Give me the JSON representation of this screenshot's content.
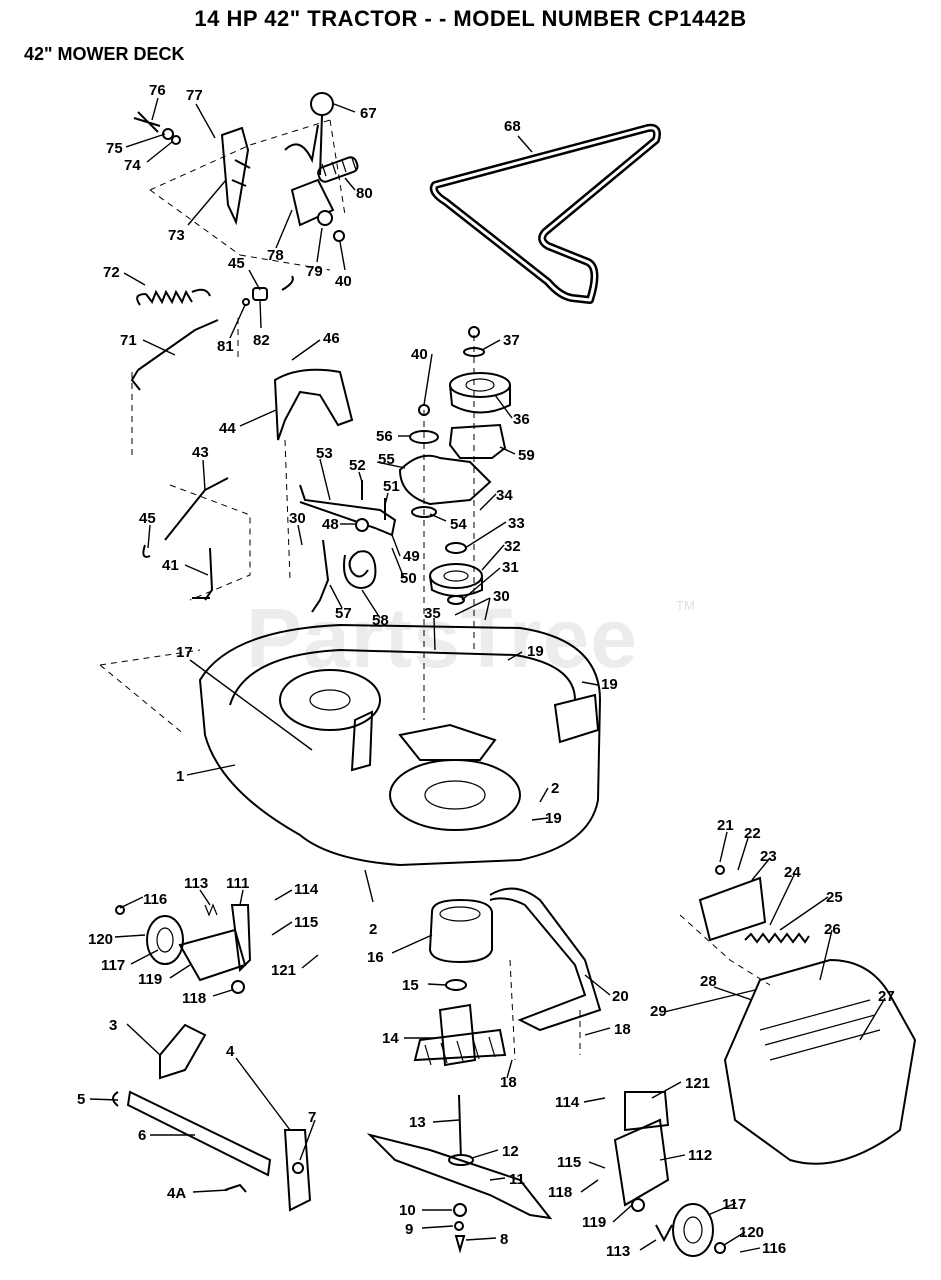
{
  "header": {
    "title": "14 HP 42\" TRACTOR - - MODEL NUMBER CP1442B",
    "section": "42\" MOWER DECK"
  },
  "watermark": {
    "text": "PartsTree",
    "tm": "TM"
  },
  "callouts": [
    {
      "id": "c76",
      "label": "76"
    },
    {
      "id": "c77",
      "label": "77"
    },
    {
      "id": "c75",
      "label": "75"
    },
    {
      "id": "c74",
      "label": "74"
    },
    {
      "id": "c73",
      "label": "73"
    },
    {
      "id": "c67",
      "label": "67"
    },
    {
      "id": "c80",
      "label": "80"
    },
    {
      "id": "c78",
      "label": "78"
    },
    {
      "id": "c79",
      "label": "79"
    },
    {
      "id": "c40a",
      "label": "40"
    },
    {
      "id": "c68",
      "label": "68"
    },
    {
      "id": "c72",
      "label": "72"
    },
    {
      "id": "c45a",
      "label": "45"
    },
    {
      "id": "c81",
      "label": "81"
    },
    {
      "id": "c82",
      "label": "82"
    },
    {
      "id": "c71",
      "label": "71"
    },
    {
      "id": "c46",
      "label": "46"
    },
    {
      "id": "c44",
      "label": "44"
    },
    {
      "id": "c40b",
      "label": "40"
    },
    {
      "id": "c37",
      "label": "37"
    },
    {
      "id": "c36",
      "label": "36"
    },
    {
      "id": "c56",
      "label": "56"
    },
    {
      "id": "c59",
      "label": "59"
    },
    {
      "id": "c55",
      "label": "55"
    },
    {
      "id": "c53",
      "label": "53"
    },
    {
      "id": "c52",
      "label": "52"
    },
    {
      "id": "c51",
      "label": "51"
    },
    {
      "id": "c34",
      "label": "34"
    },
    {
      "id": "c54",
      "label": "54"
    },
    {
      "id": "c33",
      "label": "33"
    },
    {
      "id": "c43",
      "label": "43"
    },
    {
      "id": "c45b",
      "label": "45"
    },
    {
      "id": "c41",
      "label": "41"
    },
    {
      "id": "c30a",
      "label": "30"
    },
    {
      "id": "c48",
      "label": "48"
    },
    {
      "id": "c49",
      "label": "49"
    },
    {
      "id": "c50",
      "label": "50"
    },
    {
      "id": "c32",
      "label": "32"
    },
    {
      "id": "c31",
      "label": "31"
    },
    {
      "id": "c30b",
      "label": "30"
    },
    {
      "id": "c57",
      "label": "57"
    },
    {
      "id": "c58",
      "label": "58"
    },
    {
      "id": "c35",
      "label": "35"
    },
    {
      "id": "c19a",
      "label": "19"
    },
    {
      "id": "c19b",
      "label": "19"
    },
    {
      "id": "c17",
      "label": "17"
    },
    {
      "id": "c1",
      "label": "1"
    },
    {
      "id": "c2a",
      "label": "2"
    },
    {
      "id": "c19c",
      "label": "19"
    },
    {
      "id": "c21",
      "label": "21"
    },
    {
      "id": "c22",
      "label": "22"
    },
    {
      "id": "c23",
      "label": "23"
    },
    {
      "id": "c24",
      "label": "24"
    },
    {
      "id": "c25",
      "label": "25"
    },
    {
      "id": "c26",
      "label": "26"
    },
    {
      "id": "c27",
      "label": "27"
    },
    {
      "id": "c28",
      "label": "28"
    },
    {
      "id": "c29",
      "label": "29"
    },
    {
      "id": "c113a",
      "label": "113"
    },
    {
      "id": "c111",
      "label": "111"
    },
    {
      "id": "c114a",
      "label": "114"
    },
    {
      "id": "c116a",
      "label": "116"
    },
    {
      "id": "c115a",
      "label": "115"
    },
    {
      "id": "c120a",
      "label": "120"
    },
    {
      "id": "c117a",
      "label": "117"
    },
    {
      "id": "c121a",
      "label": "121"
    },
    {
      "id": "c119a",
      "label": "119"
    },
    {
      "id": "c118a",
      "label": "118"
    },
    {
      "id": "c2b",
      "label": "2"
    },
    {
      "id": "c16",
      "label": "16"
    },
    {
      "id": "c15",
      "label": "15"
    },
    {
      "id": "c20",
      "label": "20"
    },
    {
      "id": "c18a",
      "label": "18"
    },
    {
      "id": "c18b",
      "label": "18"
    },
    {
      "id": "c14",
      "label": "14"
    },
    {
      "id": "c3",
      "label": "3"
    },
    {
      "id": "c4",
      "label": "4"
    },
    {
      "id": "c5",
      "label": "5"
    },
    {
      "id": "c6",
      "label": "6"
    },
    {
      "id": "c7",
      "label": "7"
    },
    {
      "id": "c4a",
      "label": "4A"
    },
    {
      "id": "c13",
      "label": "13"
    },
    {
      "id": "c12",
      "label": "12"
    },
    {
      "id": "c11",
      "label": "11"
    },
    {
      "id": "c10",
      "label": "10"
    },
    {
      "id": "c9",
      "label": "9"
    },
    {
      "id": "c8",
      "label": "8"
    },
    {
      "id": "c114b",
      "label": "114"
    },
    {
      "id": "c121b",
      "label": "121"
    },
    {
      "id": "c112",
      "label": "112"
    },
    {
      "id": "c115b",
      "label": "115"
    },
    {
      "id": "c118b",
      "label": "118"
    },
    {
      "id": "c119b",
      "label": "119"
    },
    {
      "id": "c117b",
      "label": "117"
    },
    {
      "id": "c120b",
      "label": "120"
    },
    {
      "id": "c113b",
      "label": "113"
    },
    {
      "id": "c116b",
      "label": "116"
    }
  ]
}
